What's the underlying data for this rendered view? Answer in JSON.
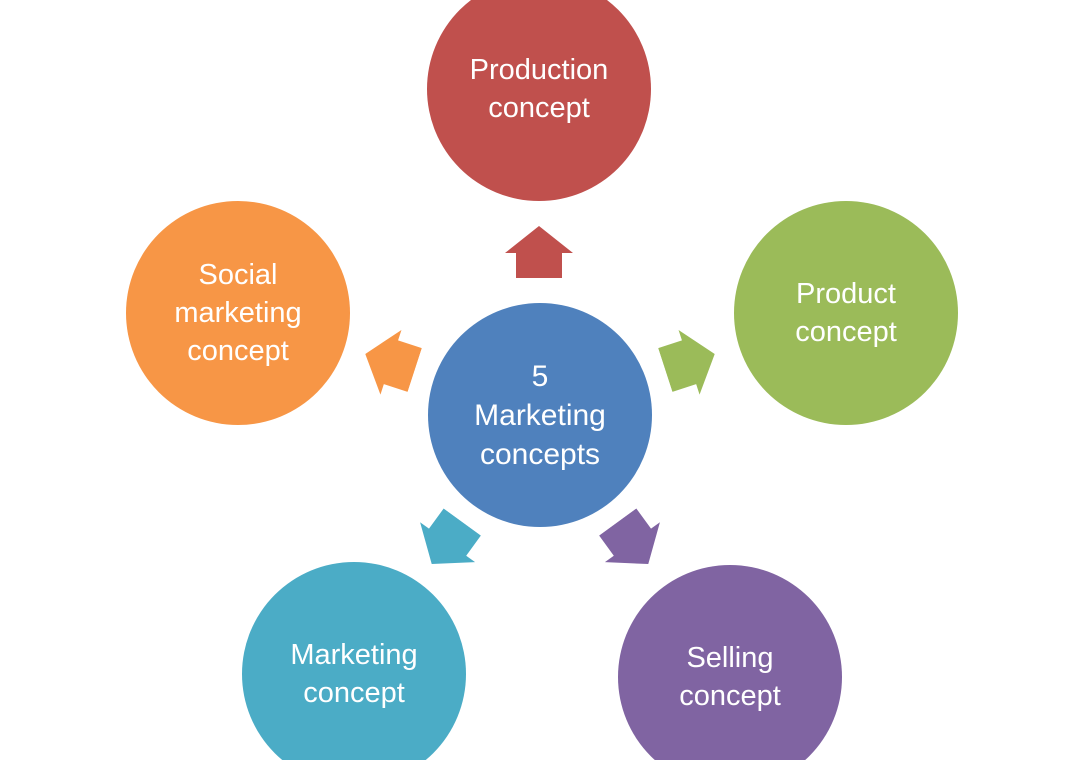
{
  "diagram": {
    "background_color": "#ffffff",
    "text_color": "#ffffff",
    "center": {
      "label": "5\nMarketing\nconcepts",
      "color": "#4f81bd"
    },
    "nodes": [
      {
        "label": "Production\nconcept",
        "color": "#c0504d",
        "position": "top"
      },
      {
        "label": "Product\nconcept",
        "color": "#9bbb59",
        "position": "right"
      },
      {
        "label": "Selling\nconcept",
        "color": "#8064a2",
        "position": "bottom-right"
      },
      {
        "label": "Marketing\nconcept",
        "color": "#4bacc6",
        "position": "bottom-left"
      },
      {
        "label": "Social\nmarketing\nconcept",
        "color": "#f79646",
        "position": "left"
      }
    ],
    "arrows": [
      {
        "points_to": "Production concept",
        "direction": "up",
        "color": "#c0504d"
      },
      {
        "points_to": "Product concept",
        "direction": "right-up",
        "color": "#9bbb59"
      },
      {
        "points_to": "Selling concept",
        "direction": "down-right",
        "color": "#8064a2"
      },
      {
        "points_to": "Marketing concept",
        "direction": "down-left",
        "color": "#4bacc6"
      },
      {
        "points_to": "Social marketing concept",
        "direction": "left-up",
        "color": "#f79646"
      }
    ]
  }
}
